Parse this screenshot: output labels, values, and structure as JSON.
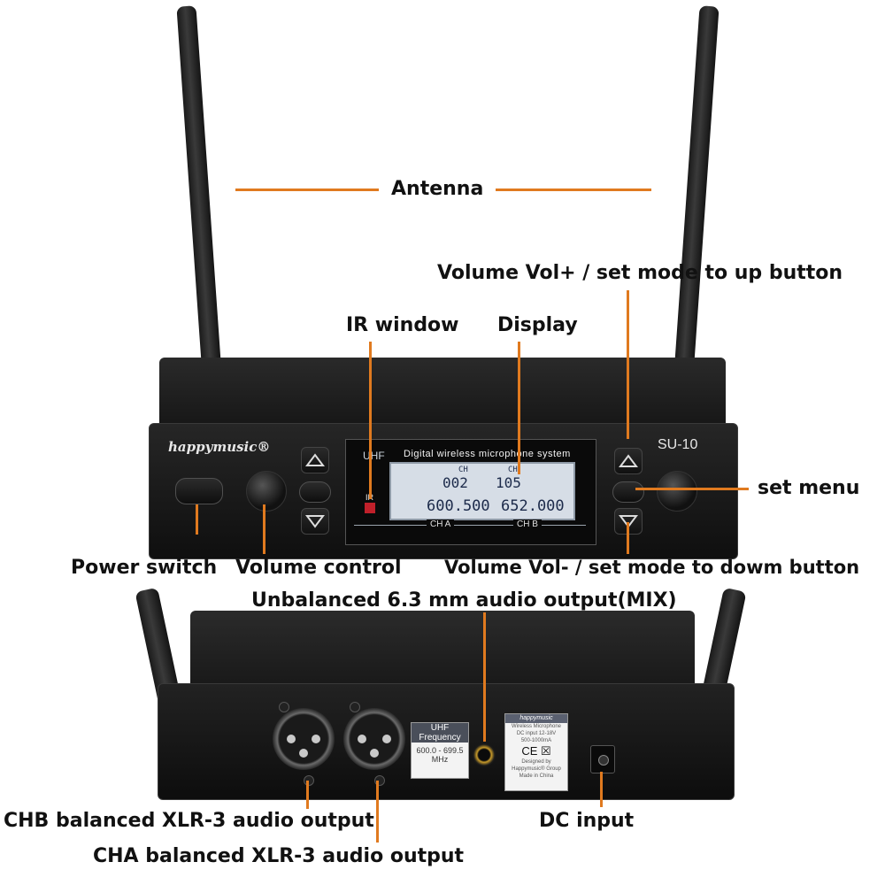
{
  "labels": {
    "antenna": "Antenna",
    "vol_up": "Volume Vol+ / set mode to up button",
    "ir_window": "IR window",
    "display": "Display",
    "set_menu": "set menu",
    "power_switch": "Power switch",
    "volume_control": "Volume control",
    "vol_down": "Volume Vol- / set mode to dowm button",
    "unbalanced_out": "Unbalanced 6.3 mm audio output(MIX)",
    "chb_out": "CHB balanced XLR-3 audio output",
    "cha_out": "CHA balanced XLR-3 audio output",
    "dc_input": "DC input"
  },
  "front_panel": {
    "brand": "happymusic®",
    "model": "SU-10",
    "ir_label": "IR",
    "lcd": {
      "band": "UHF",
      "system_title": "Digital wireless microphone system",
      "ch_a_tag": "CH",
      "ch_b_tag": "CH",
      "ch_a_number": "002",
      "ch_b_number": "105",
      "ch_a_freq": "600.500",
      "ch_b_freq": "652.000",
      "ch_a_label": "CH A",
      "ch_b_label": "CH B"
    }
  },
  "rear_panel": {
    "freq_sticker": {
      "band": "UHF",
      "title": "Frequency",
      "range": "600.0 - 699.5",
      "unit": "MHz"
    },
    "brand_sticker": {
      "brand": "happymusic",
      "line1": "Wireless Microphone",
      "line2": "DC input 12-18V",
      "line3": "500-1000mA",
      "ce_mark": "CE",
      "line4": "Designed by",
      "line5": "Happymusic® Group",
      "line6": "Made in China"
    }
  },
  "colors": {
    "leader_line": "#e07a1f",
    "chassis": "#1b1b1b",
    "lcd_background": "#d6dde6",
    "ir_window": "#c0202a"
  },
  "icons": [
    "up-triangle-icon",
    "down-triangle-icon",
    "ce-mark-icon",
    "weee-bin-icon"
  ]
}
